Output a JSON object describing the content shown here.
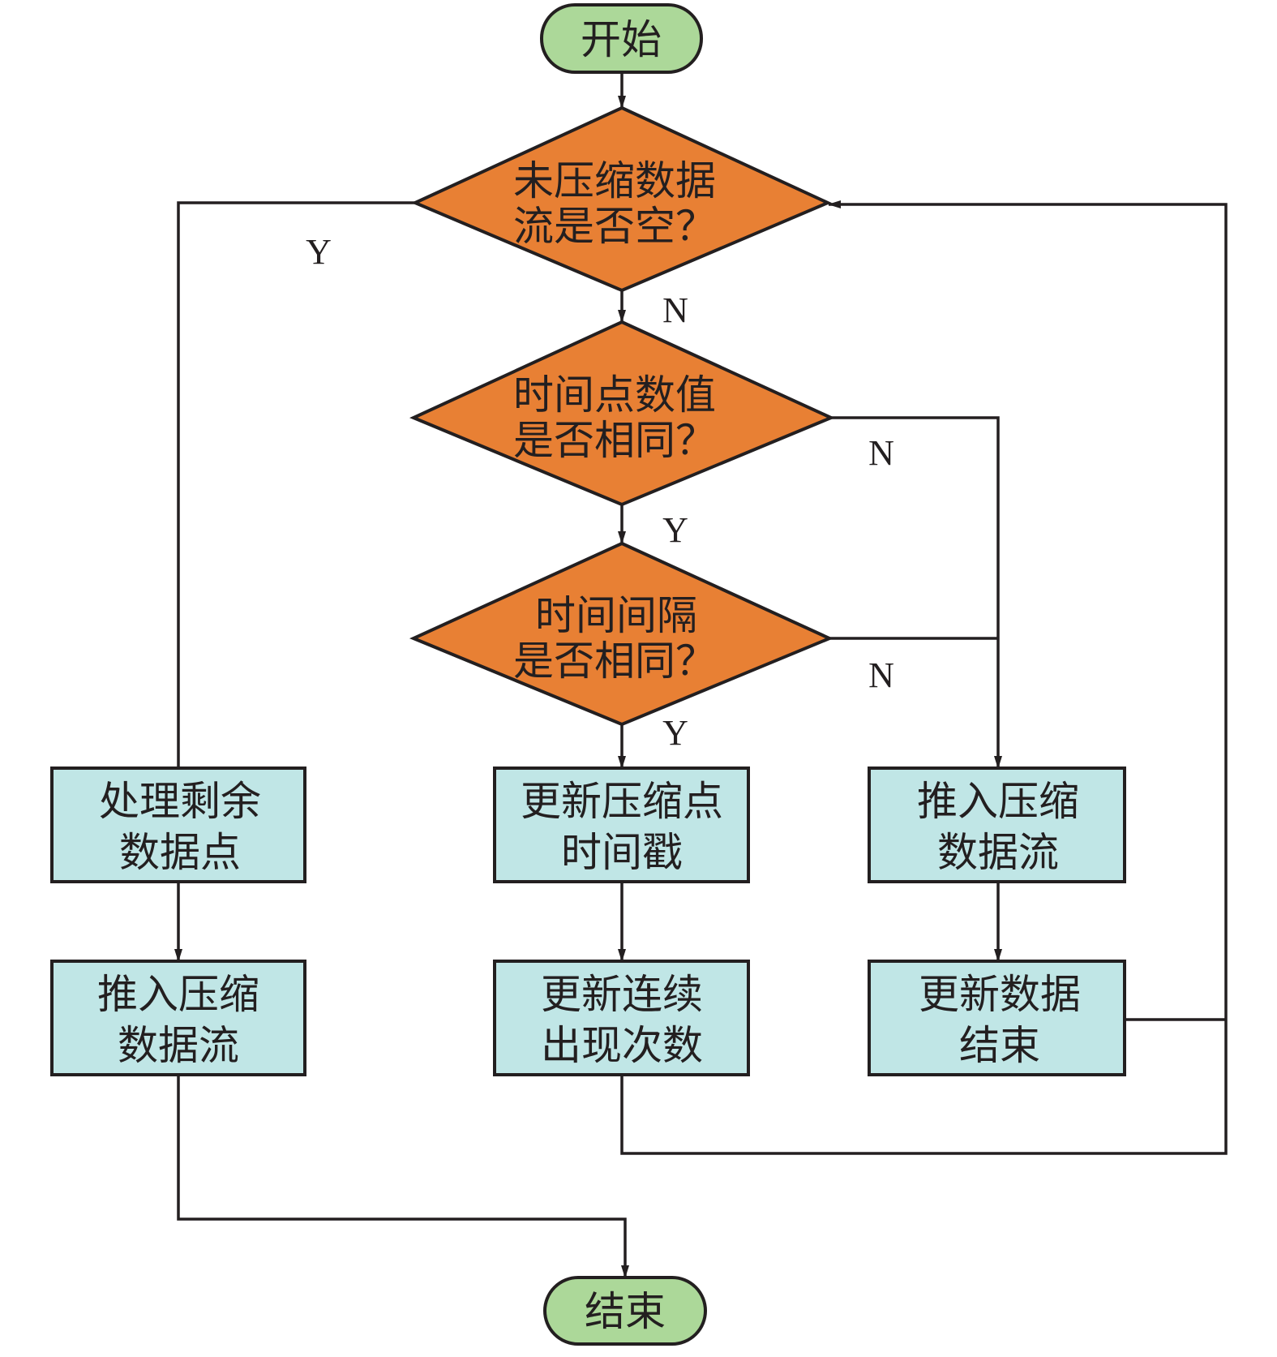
{
  "colors": {
    "terminal_fill": "#acd899",
    "decision_fill": "#e88034",
    "process_fill": "#c0e6e6",
    "stroke": "#231f20"
  },
  "nodes": {
    "start": {
      "lines": [
        "开始"
      ]
    },
    "decision_empty": {
      "lines": [
        "未压缩数据",
        "流是否空？"
      ]
    },
    "decision_value_same": {
      "lines": [
        "时间点数值",
        "是否相同？"
      ]
    },
    "decision_interval_same": {
      "lines": [
        "时间间隔",
        "是否相同？"
      ]
    },
    "process_remaining": {
      "lines": [
        "处理剩余",
        "数据点"
      ]
    },
    "push_left": {
      "lines": [
        "推入压缩",
        "数据流"
      ]
    },
    "update_timestamp": {
      "lines": [
        "更新压缩点",
        "时间戳"
      ]
    },
    "update_count": {
      "lines": [
        "更新连续",
        "出现次数"
      ]
    },
    "push_right": {
      "lines": [
        "推入压缩",
        "数据流"
      ]
    },
    "update_end": {
      "lines": [
        "更新数据",
        "结束"
      ]
    },
    "end": {
      "lines": [
        "结束"
      ]
    }
  },
  "edge_labels": {
    "empty_yes": "Y",
    "empty_no": "N",
    "value_yes": "Y",
    "value_no": "N",
    "interval_yes": "Y",
    "interval_no": "N"
  }
}
